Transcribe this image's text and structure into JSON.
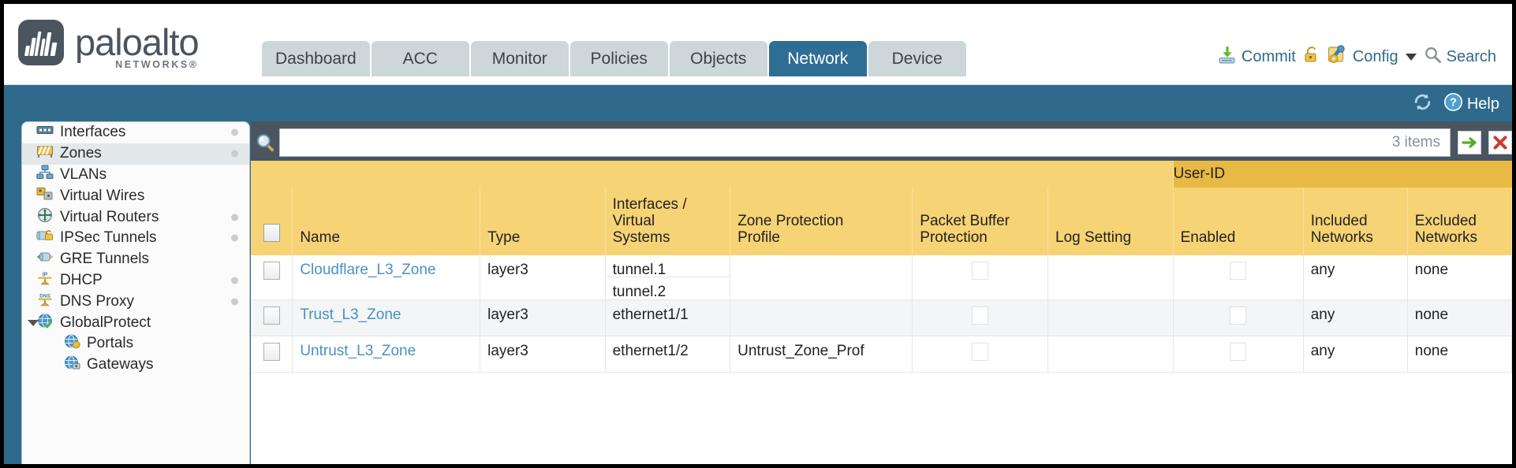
{
  "brand": {
    "name": "paloalto",
    "tagline": "NETWORKS",
    "registered": "®"
  },
  "nav": {
    "tabs": [
      {
        "label": "Dashboard",
        "active": false
      },
      {
        "label": "ACC",
        "active": false
      },
      {
        "label": "Monitor",
        "active": false
      },
      {
        "label": "Policies",
        "active": false
      },
      {
        "label": "Objects",
        "active": false
      },
      {
        "label": "Network",
        "active": true
      },
      {
        "label": "Device",
        "active": false
      }
    ]
  },
  "header_actions": {
    "commit": {
      "label": "Commit",
      "icon": "commit-save-icon"
    },
    "lock": {
      "label": "",
      "icon": "padlock-icon"
    },
    "config": {
      "label": "Config",
      "icon": "config-wrench-icon",
      "caret": "chevron-down-icon"
    },
    "search": {
      "label": "Search",
      "icon": "search-icon"
    }
  },
  "blueband": {
    "refresh": {
      "icon": "refresh-icon"
    },
    "help": {
      "label": "Help",
      "icon": "help-question-icon"
    }
  },
  "sidebar": {
    "items": [
      {
        "label": "Interfaces",
        "icon": "interfaces-icon",
        "selected": false,
        "dot": true,
        "child": false,
        "toggle": false
      },
      {
        "label": "Zones",
        "icon": "zones-icon",
        "selected": true,
        "dot": true,
        "child": false,
        "toggle": false
      },
      {
        "label": "VLANs",
        "icon": "vlans-icon",
        "selected": false,
        "dot": false,
        "child": false,
        "toggle": false
      },
      {
        "label": "Virtual Wires",
        "icon": "virtual-wires-icon",
        "selected": false,
        "dot": false,
        "child": false,
        "toggle": false
      },
      {
        "label": "Virtual Routers",
        "icon": "virtual-routers-icon",
        "selected": false,
        "dot": true,
        "child": false,
        "toggle": false
      },
      {
        "label": "IPSec Tunnels",
        "icon": "ipsec-tunnels-icon",
        "selected": false,
        "dot": true,
        "child": false,
        "toggle": false
      },
      {
        "label": "GRE Tunnels",
        "icon": "gre-tunnels-icon",
        "selected": false,
        "dot": false,
        "child": false,
        "toggle": false
      },
      {
        "label": "DHCP",
        "icon": "dhcp-icon",
        "selected": false,
        "dot": true,
        "child": false,
        "toggle": false
      },
      {
        "label": "DNS Proxy",
        "icon": "dns-proxy-icon",
        "selected": false,
        "dot": true,
        "child": false,
        "toggle": false
      },
      {
        "label": "GlobalProtect",
        "icon": "globalprotect-icon",
        "selected": false,
        "dot": false,
        "child": false,
        "toggle": true
      },
      {
        "label": "Portals",
        "icon": "portals-icon",
        "selected": false,
        "dot": false,
        "child": true,
        "toggle": false
      },
      {
        "label": "Gateways",
        "icon": "gateways-icon",
        "selected": false,
        "dot": false,
        "child": true,
        "toggle": false
      }
    ]
  },
  "search": {
    "placeholder": "",
    "value": "",
    "items_count": "3 items",
    "apply_icon": "green-arrow-apply-icon",
    "clear_icon": "red-x-clear-icon"
  },
  "table": {
    "group_headers": [
      {
        "label": "",
        "span": 7
      },
      {
        "label": "User-ID",
        "span": 3
      }
    ],
    "columns": [
      "",
      "Name",
      "Type",
      "Interfaces / Virtual Systems",
      "Zone Protection Profile",
      "Packet Buffer Protection",
      "Log Setting",
      "Enabled",
      "Included Networks",
      "Excluded Networks"
    ],
    "column_lines": [
      [
        "Name"
      ],
      [
        "Type"
      ],
      [
        "Interfaces /",
        "Virtual",
        "Systems"
      ],
      [
        "Zone Protection",
        "Profile"
      ],
      [
        "Packet Buffer",
        "Protection"
      ],
      [
        "Log Setting"
      ],
      [
        "Enabled"
      ],
      [
        "Included",
        "Networks"
      ],
      [
        "Excluded",
        "Networks"
      ]
    ],
    "rows": [
      {
        "selected": false,
        "name": "Cloudflare_L3_Zone",
        "type": "layer3",
        "interfaces": [
          "tunnel.1",
          "tunnel.2"
        ],
        "zone_protection_profile": "",
        "packet_buffer_protection": false,
        "log_setting": "",
        "userid_enabled": false,
        "included_networks": "any",
        "excluded_networks": "none"
      },
      {
        "selected": false,
        "name": "Trust_L3_Zone",
        "type": "layer3",
        "interfaces": [
          "ethernet1/1"
        ],
        "zone_protection_profile": "",
        "packet_buffer_protection": false,
        "log_setting": "",
        "userid_enabled": false,
        "included_networks": "any",
        "excluded_networks": "none"
      },
      {
        "selected": false,
        "name": "Untrust_L3_Zone",
        "type": "layer3",
        "interfaces": [
          "ethernet1/2"
        ],
        "zone_protection_profile": "Untrust_Zone_Prof",
        "packet_buffer_protection": false,
        "log_setting": "",
        "userid_enabled": false,
        "included_networks": "any",
        "excluded_networks": "none"
      }
    ]
  },
  "colors": {
    "brand_blue": "#2f6a8c",
    "active_tab": "#2e6e95",
    "tab_inactive": "#cdd7da",
    "table_header": "#f6d375",
    "group_header": "#e9b945",
    "link": "#4a90c4"
  }
}
